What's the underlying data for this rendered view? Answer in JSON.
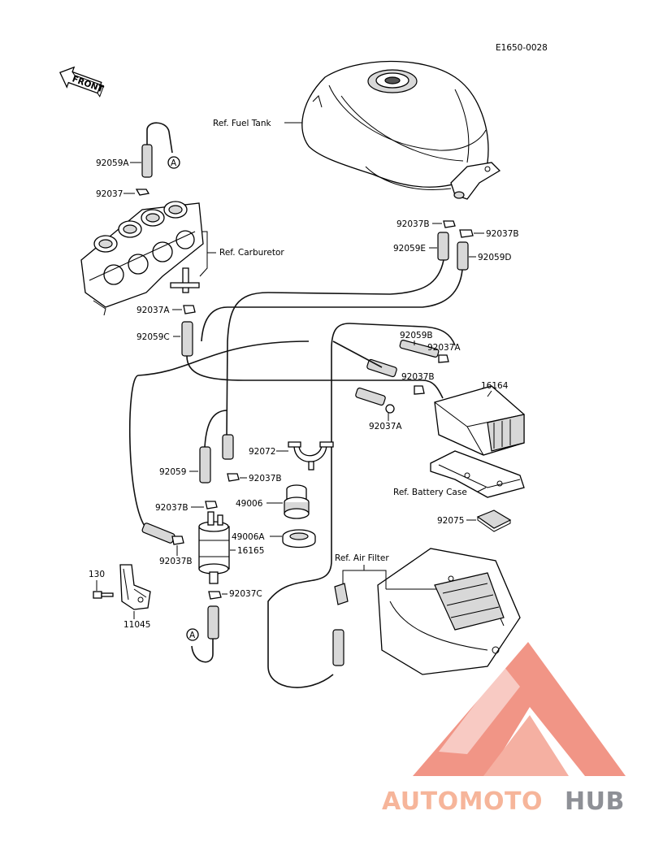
{
  "diagram_code": "E1650-0028",
  "front_label": "FRONT",
  "connector_a": "A",
  "refs": {
    "fuel_tank": "Ref. Fuel Tank",
    "carburetor": "Ref. Carburetor",
    "battery_case": "Ref. Battery Case",
    "air_filter": "Ref. Air Filter"
  },
  "parts": {
    "p92059A": "92059A",
    "p92037_left": "92037",
    "p92037A_carb": "92037A",
    "p92059C": "92059C",
    "p92037B_tank_left": "92037B",
    "p92037B_tank_right": "92037B",
    "p92059E": "92059E",
    "p92059D": "92059D",
    "p92059B": "92059B",
    "p92037A_canister": "92037A",
    "p92037B_canister": "92037B",
    "p16164": "16164",
    "p92037A_lower": "92037A",
    "p92072": "92072",
    "p92059": "92059",
    "p92037B_mid": "92037B",
    "p92037B_pump_top": "92037B",
    "p49006": "49006",
    "p49006A": "49006A",
    "p16165": "16165",
    "p92037B_pump_side": "92037B",
    "p92037C": "92037C",
    "p130": "130",
    "p11045": "11045",
    "p92075": "92075"
  },
  "watermark": {
    "text_a": "AUTOMOTO",
    "text_b": "HUB",
    "color_a": "#f6b59a",
    "color_b": "#8e9096",
    "logo_color": "#f08a7a"
  }
}
